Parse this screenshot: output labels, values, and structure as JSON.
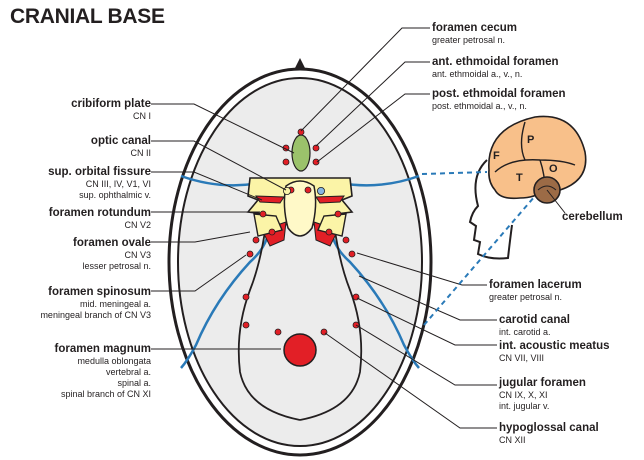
{
  "title": "CRANIAL BASE",
  "colors": {
    "bone": "#ececec",
    "blue": "#2a7ab8",
    "red": "#e21f26",
    "green": "#9bc26b",
    "yellow": "#fbf4a7",
    "brain": "#f8c08a",
    "cerebellum": "#9c6b46",
    "outline": "#231f20"
  },
  "left_labels": [
    {
      "name": "cribiform plate",
      "sub": [
        "CN I"
      ]
    },
    {
      "name": "optic canal",
      "sub": [
        "CN II"
      ]
    },
    {
      "name": "sup. orbital fissure",
      "sub": [
        "CN III, IV, V1, VI",
        "sup. ophthalmic v."
      ]
    },
    {
      "name": "foramen rotundum",
      "sub": [
        "CN V2"
      ]
    },
    {
      "name": "foramen ovale",
      "sub": [
        "CN V3",
        "lesser petrosal n."
      ]
    },
    {
      "name": "foramen spinosum",
      "sub": [
        "mid. meningeal a.",
        "meningeal branch of CN V3"
      ]
    },
    {
      "name": "foramen magnum",
      "sub": [
        "medulla oblongata",
        "vertebral a.",
        "spinal a.",
        "spinal branch of CN XI"
      ]
    }
  ],
  "right_labels": [
    {
      "name": "foramen cecum",
      "sub": [
        "greater petrosal n."
      ]
    },
    {
      "name": "ant. ethmoidal foramen",
      "sub": [
        "ant. ethmoidal a., v., n."
      ]
    },
    {
      "name": "post. ethmoidal foramen",
      "sub": [
        "post. ethmoidal a., v., n."
      ]
    },
    {
      "name": "foramen lacerum",
      "sub": [
        "greater petrosal n."
      ]
    },
    {
      "name": "carotid canal",
      "sub": [
        "int. carotid a."
      ]
    },
    {
      "name": "int. acoustic meatus",
      "sub": [
        "CN VII, VIII"
      ]
    },
    {
      "name": "jugular foramen",
      "sub": [
        "CN IX, X, XI",
        "int. jugular v."
      ]
    },
    {
      "name": "hypoglossal canal",
      "sub": [
        "CN XII"
      ]
    }
  ],
  "head_inset": {
    "lobes": [
      "F",
      "P",
      "T",
      "O"
    ],
    "cerebellum_label": "cerebellum"
  }
}
